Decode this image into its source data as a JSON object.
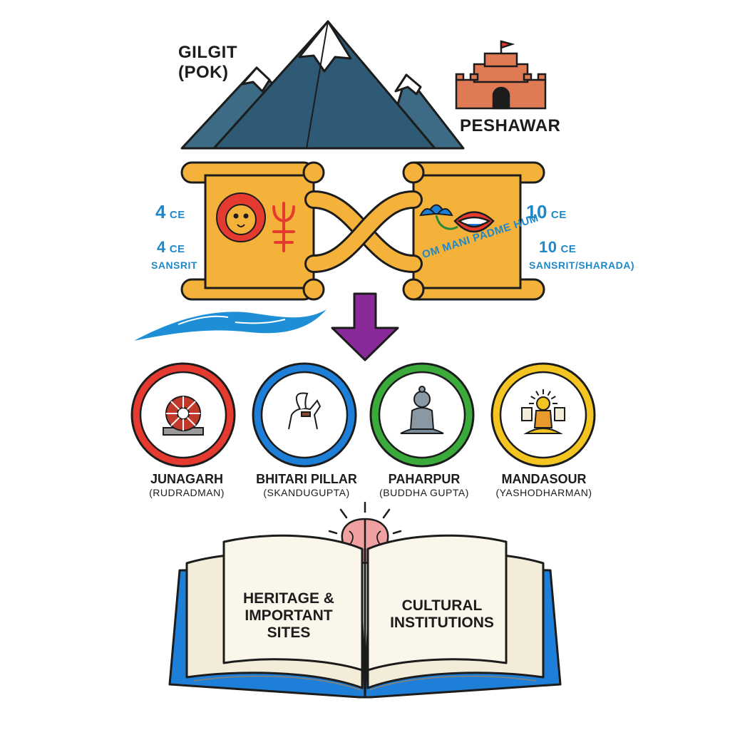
{
  "places": {
    "gilgit_line1": "GILGIT",
    "gilgit_line2": "(POK)",
    "peshawar": "PESHAWAR"
  },
  "left_scroll": {
    "date_large": "4",
    "date_large_unit": "CE",
    "date_small": "4",
    "date_small_unit": "CE",
    "language": "SANSRIT"
  },
  "right_scroll": {
    "mantra": "OM MANI PADME HUM",
    "date_large": "10",
    "date_large_unit": "CE",
    "date_small": "10",
    "date_small_unit": "CE",
    "language": "SANSRIT/SHARADA)"
  },
  "sites": [
    {
      "name": "JUNAGARH",
      "ruler": "(RUDRADMAN)",
      "color": "#e53a2f"
    },
    {
      "name": "BHITARI PILLAR",
      "ruler": "(SKANDUGUPTA)",
      "color": "#1e7fd8"
    },
    {
      "name": "PAHARPUR",
      "ruler": "(BUDDHA GUPTA)",
      "color": "#3aaa3a"
    },
    {
      "name": "MANDASOUR",
      "ruler": "(YASHODHARMAN)",
      "color": "#f4c520"
    }
  ],
  "book": {
    "left_line1": "HERITAGE &",
    "left_line2": "IMPORTANT",
    "left_line3": "SITES",
    "right_line1": "CULTURAL",
    "right_line2": "INSTITUTIONS"
  },
  "colors": {
    "mountain": "#3d6a85",
    "scroll": "#f4b23a",
    "arrow": "#8a2a9a",
    "river": "#1e8fd6",
    "book_cover": "#1e7fd8"
  }
}
